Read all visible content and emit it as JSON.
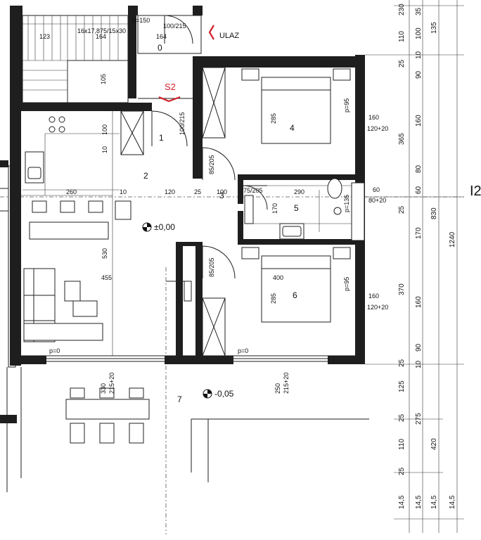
{
  "rooms": {
    "r0": "0",
    "r1": "1",
    "r2": "2",
    "r3": "3",
    "r4": "4",
    "r5": "5",
    "r6": "6",
    "r7": "7"
  },
  "entrance": {
    "label": "ULAZ",
    "section": "S2"
  },
  "levels": {
    "main": "±0,00",
    "terrace": "-0,05"
  },
  "marker": "I2",
  "stairs": {
    "spec": "16x17,875/15x30",
    "top": "p=150",
    "w1": "123",
    "w2": "164",
    "w3": "164",
    "len": "105"
  },
  "doors": {
    "d_entry": "100/215",
    "d_wc": "100/215",
    "d_bed4": "85/205",
    "d_bath": "75/205",
    "d_bed6": "85/205"
  },
  "kitchen": {
    "d100": "100",
    "d10": "10"
  },
  "inner_dims": {
    "a260": "260",
    "a10": "10",
    "a120": "120",
    "a25": "25",
    "a100": "100",
    "a290": "290",
    "a530": "530",
    "a455": "455",
    "a400": "400",
    "a285a": "285",
    "a285b": "285",
    "a170": "170",
    "a330": "330",
    "a215a": "215+20",
    "a250": "250",
    "a215b": "215+20"
  },
  "windows": {
    "w1": "p=95",
    "w1a": "160",
    "w1b": "120+20",
    "w2": "p=135",
    "w2a": "60",
    "w2b": "80+20",
    "w3": "p=95",
    "w3a": "160",
    "w3b": "120+20",
    "p0a": "p=0",
    "p0b": "p=0"
  },
  "dim_col1": [
    "230",
    "110",
    "25",
    "365",
    "25",
    "370",
    "25",
    "125",
    "25",
    "110",
    "25",
    "14,5"
  ],
  "dim_col2": [
    "35",
    "100",
    "10",
    "90",
    "160",
    "80",
    "60",
    "170",
    "160",
    "90",
    "10",
    "275",
    "14,5"
  ],
  "dim_col3": [
    "135",
    "830",
    "420",
    "14,5"
  ],
  "dim_col4": [
    "1240",
    "14,5"
  ]
}
